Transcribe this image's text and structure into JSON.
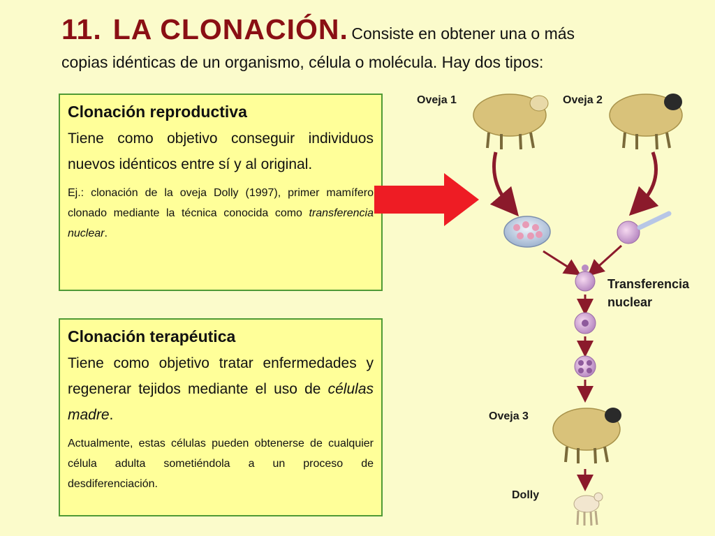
{
  "title": {
    "number": "11.",
    "heading": "LA CLONACIÓN.",
    "intro_line1": "Consiste en obtener una o más",
    "intro_line2": "copias idénticas de un organismo, célula o molécula. Hay dos tipos:"
  },
  "reproductive": {
    "heading": "Clonación reproductiva",
    "body": "Tiene como objetivo conseguir individuos nuevos idénticos entre sí y al original.",
    "example_before": "Ej.: clonación de la oveja Dolly (1997), primer mamífero clonado mediante la técnica conocida como ",
    "example_italic": "transferencia nuclear",
    "example_after": "."
  },
  "therapeutic": {
    "heading": "Clonación terapéutica",
    "body_before": "Tiene como objetivo tratar enfermedades  y regenerar tejidos mediante el uso de ",
    "body_italic": "células madre",
    "body_after": ".",
    "note": "Actualmente, estas células pueden obtenerse de cualquier célula adulta sometiéndola a un proceso de desdiferenciación."
  },
  "diagram": {
    "sheep1_label": "Oveja 1",
    "sheep2_label": "Oveja 2",
    "transfer_label_line1": "Transferencia",
    "transfer_label_line2": "nuclear",
    "sheep3_label": "Oveja 3",
    "dolly_label": "Dolly"
  },
  "colors": {
    "background": "#fbfbcb",
    "box_fill": "#ffff99",
    "box_border": "#4f9a35",
    "title_color": "#8a0f14",
    "big_arrow": "#ee1c24",
    "flow_arrow": "#8b1a2b"
  }
}
